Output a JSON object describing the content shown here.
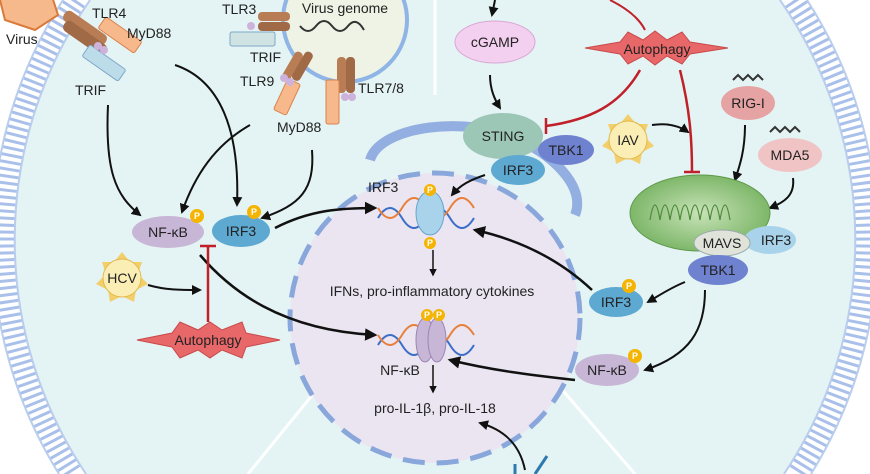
{
  "labels": {
    "virus": "Virus",
    "tlr4": "TLR4",
    "myd88_left": "MyD88",
    "trif_left": "TRIF",
    "tlr3": "TLR3",
    "trif_endo": "TRIF",
    "tlr9": "TLR9",
    "tlr78": "TLR7/8",
    "myd88_endo": "MyD88",
    "virus_genome": "Virus genome",
    "nfkb_cyto_left": "NF-κB",
    "irf3_cyto_left": "IRF3",
    "hcv": "HCV",
    "autophagy_left": "Autophagy",
    "irf3_nuc": "IRF3",
    "ifns": "IFNs, pro-inflammatory cytokines",
    "nfkb_nuc": "NF-κB",
    "pro_il": "pro-IL-1β, pro-IL-18",
    "cgamp": "cGAMP",
    "autophagy_right": "Autophagy",
    "sting": "STING",
    "tbk1_sting": "TBK1",
    "irf3_sting": "IRF3",
    "iav": "IAV",
    "rigi": "RIG-I",
    "mda5": "MDA5",
    "mavs": "MAVS",
    "irf3_mavs": "IRF3",
    "tbk1_mavs": "TBK1",
    "irf3_right": "IRF3",
    "nfkb_right": "NF-κB",
    "phospho": "P"
  },
  "colors": {
    "cytoplasm": "#e4f3f3",
    "nucleus": "#ebe5f2",
    "membrane": "#a9c0ea",
    "inhibit": "#c0202a",
    "autophagy": "#e8686a",
    "irf3": "#5ea9d2",
    "nfkb": "#c8b6d6",
    "tbk1": "#6e82cf",
    "phospho": "#f4b400"
  }
}
